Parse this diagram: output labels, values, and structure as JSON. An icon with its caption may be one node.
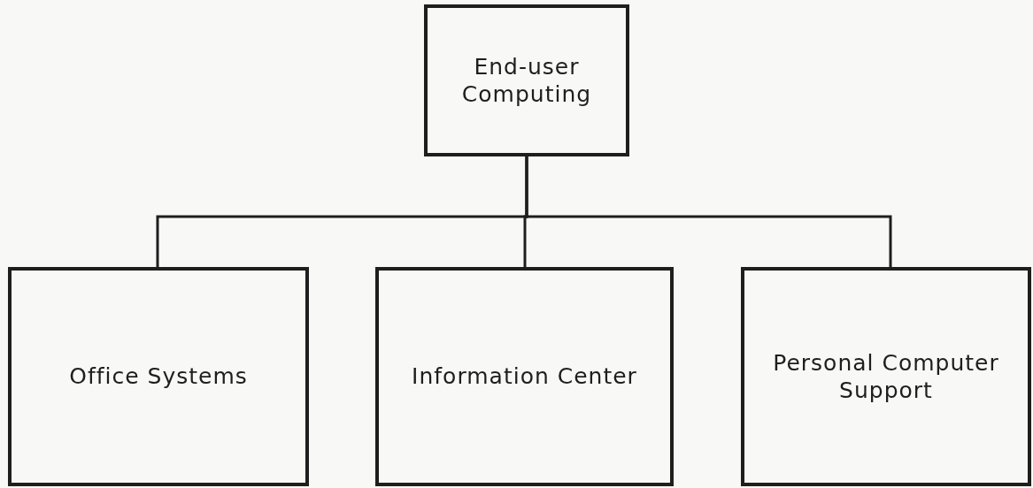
{
  "diagram": {
    "nodes": [
      {
        "text": [
          "End-user Computing"
        ]
      },
      {
        "text": [
          "Office Systems"
        ]
      },
      {
        "text": [
          "Information Center"
        ]
      },
      {
        "text": [
          "Personal Computer Support"
        ]
      }
    ],
    "edges": [
      {
        "from": 0,
        "to": 1,
        "arrow": "none"
      },
      {
        "from": 0,
        "to": 2,
        "arrow": "none"
      },
      {
        "from": 0,
        "to": 3,
        "arrow": "none"
      }
    ]
  }
}
